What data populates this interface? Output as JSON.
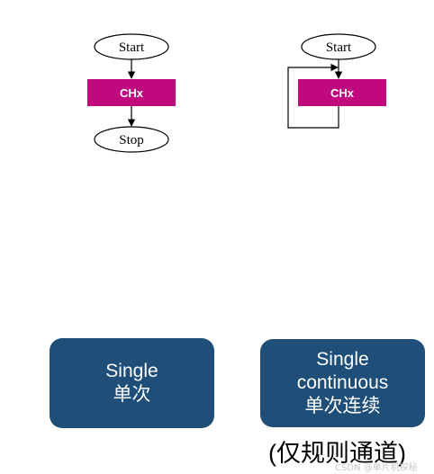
{
  "colors": {
    "conversion_box": "#c0087f",
    "card": "#1f4e79",
    "card_text": "#ffffff",
    "line": "#000000",
    "watermark": "#c9c9c9"
  },
  "single_mode_flow": {
    "start": "Start",
    "channel": "CHx",
    "stop": "Stop"
  },
  "continuous_mode_flow": {
    "start": "Start",
    "channel": "CHx"
  },
  "cards": {
    "single": {
      "line1": "Single",
      "line2": "单次"
    },
    "continuous": {
      "line1": "Single",
      "line2": "continuous",
      "line3": "单次连续"
    }
  },
  "caption": "(仅规则通道)",
  "watermark": "CSDN @单片机探秘"
}
